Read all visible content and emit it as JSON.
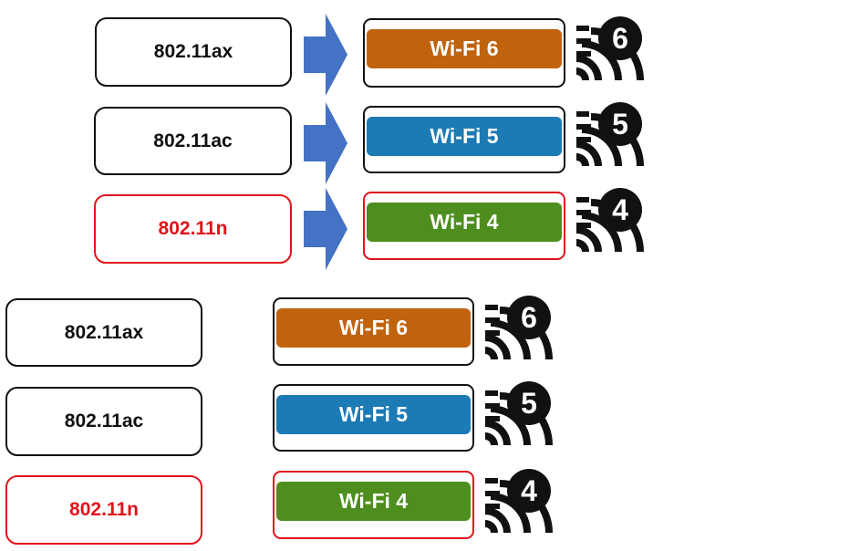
{
  "colors": {
    "wifi6": "#c0630f",
    "wifi5": "#1c7ab4",
    "wifi4": "#4d8e1e",
    "arrow": "#4472c4",
    "highlight": "#e0141b"
  },
  "panel_top": {
    "rows": [
      {
        "standard": "802.11ax",
        "brand": "Wi-Fi 6",
        "number": "6"
      },
      {
        "standard": "802.11ac",
        "brand": "Wi-Fi 5",
        "number": "5"
      },
      {
        "standard": "802.11n",
        "brand": "Wi-Fi 4",
        "number": "4"
      }
    ]
  },
  "panel_bottom": {
    "rows": [
      {
        "standard": "802.11ax",
        "brand": "Wi-Fi 6",
        "number": "6"
      },
      {
        "standard": "802.11ac",
        "brand": "Wi-Fi 5",
        "number": "5"
      },
      {
        "standard": "802.11n",
        "brand": "Wi-Fi 4",
        "number": "4"
      }
    ]
  }
}
